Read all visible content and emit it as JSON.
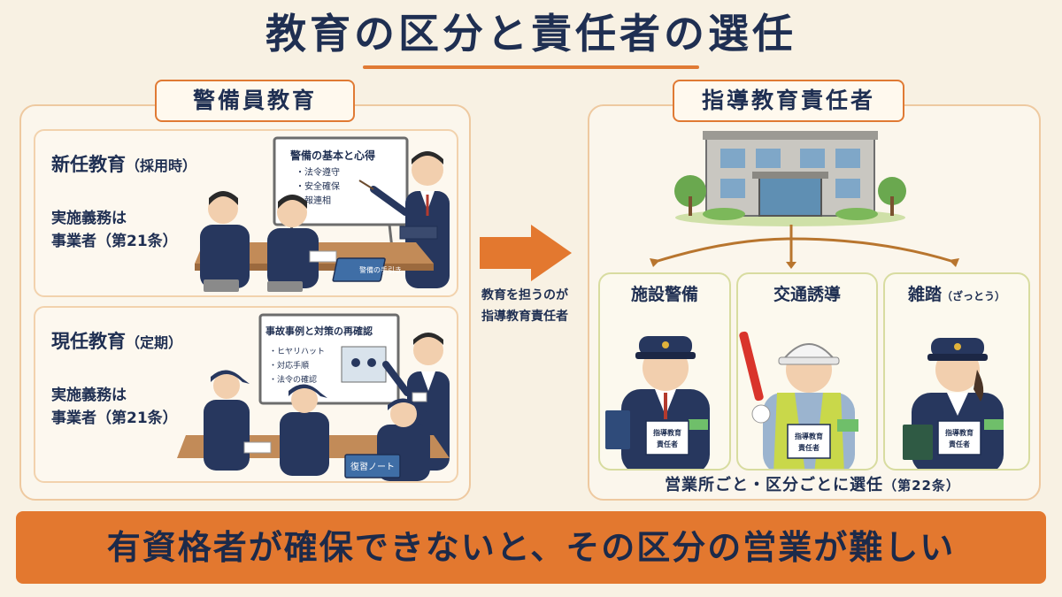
{
  "title": "教育の区分と責任者の選任",
  "left": {
    "tag": "警備員教育",
    "cards": [
      {
        "title": "新任教育",
        "title_sub": "（採用時）",
        "duty_line1": "実施義務は",
        "duty_line2": "事業者（第21条）",
        "board_title": "警備の基本と心得",
        "board_items": [
          "・法令遵守",
          "・安全確保",
          "・報連相"
        ],
        "book_label": "警備の手引き"
      },
      {
        "title": "現任教育",
        "title_sub": "（定期）",
        "duty_line1": "実施義務は",
        "duty_line2": "事業者（第21条）",
        "board_title": "事故事例と対策の再確認",
        "board_items": [
          "・ヒヤリハット",
          "・対応手順",
          "・法令の確認"
        ],
        "book_label": "復習ノート"
      }
    ]
  },
  "arrow": {
    "label_line1": "教育を担うのが",
    "label_line2": "指導教育責任者"
  },
  "right": {
    "tag": "指導教育責任者",
    "categories": [
      {
        "title": "施設警備",
        "title_note": ""
      },
      {
        "title": "交通誘導",
        "title_note": ""
      },
      {
        "title": "雑踏",
        "title_note": "（ざっとう）"
      }
    ],
    "badge_line1": "指導教育",
    "badge_line2": "責任者",
    "appoint_text": "営業所ごと・区分ごとに選任",
    "appoint_article": "（第22条）"
  },
  "banner": "有資格者が確保できないと、その区分の営業が難しい",
  "colors": {
    "accent": "#e07a34",
    "navy": "#1f2f52",
    "background": "#f8f1e3",
    "uniform": "#27375e"
  }
}
